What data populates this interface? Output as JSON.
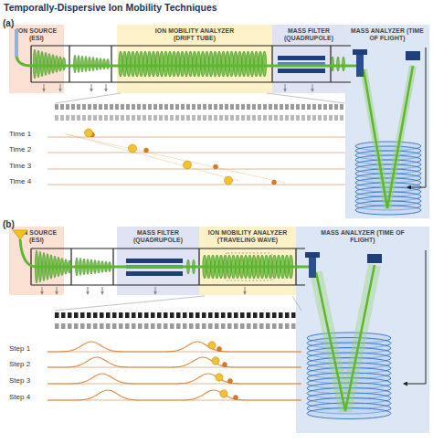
{
  "diagram": {
    "title": "Temporally-Dispersive Ion Mobility Techniques",
    "nodes": [
      {
        "text": [
          "ION SOURCE (ESI)"
        ]
      },
      {
        "text": [
          "ION MOBILITY ANALYZER (DRIFT TUBE)"
        ]
      },
      {
        "text": [
          "MASS FILTER (QUADRUPOLE)"
        ]
      },
      {
        "text": [
          "MASS ANALYZER (TIME OF FLIGHT)"
        ]
      },
      {
        "text": [
          "ION SOURCE (ESI)"
        ]
      },
      {
        "text": [
          "MASS FILTER (QUADRUPOLE)"
        ]
      },
      {
        "text": [
          "ION MOBILITY ANALYZER (TRAVELING WAVE)"
        ]
      },
      {
        "text": [
          "MASS ANALYZER (TIME OF FLIGHT)"
        ]
      }
    ],
    "labels": [
      "(a)",
      "Time 1",
      "Time 2",
      "Time 3",
      "Time 4",
      "(b)",
      "Step 1",
      "Step 2",
      "Step 3",
      "Step 4"
    ]
  }
}
